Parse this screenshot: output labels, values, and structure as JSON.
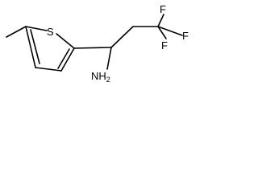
{
  "molecule": {
    "atom_labels": {
      "sulfur": "S",
      "fluorine_1": "F",
      "fluorine_2": "F",
      "fluorine_3": "F",
      "amine_main": "NH",
      "amine_subscript": "2"
    }
  }
}
